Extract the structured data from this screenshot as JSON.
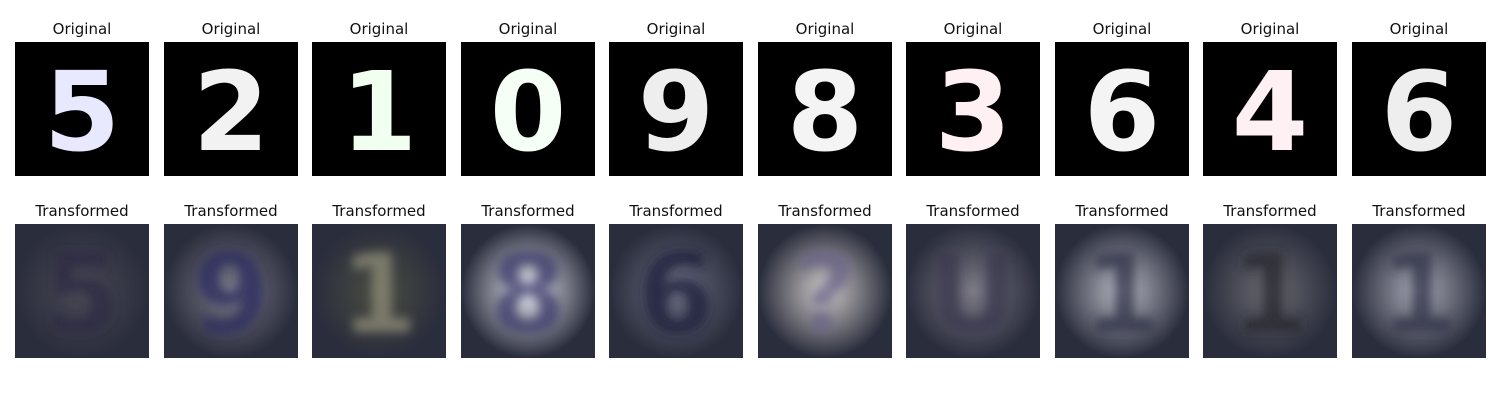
{
  "labels": {
    "original": "Original",
    "transformed": "Transformed"
  },
  "samples": [
    {
      "digit": "5",
      "stroke": "#e8e8ff",
      "trans_bg": "#4a4a55",
      "trans_fg": "#2d2a44",
      "trans_glyph": "5"
    },
    {
      "digit": "2",
      "stroke": "#f2f2f2",
      "trans_bg": "#7a7a88",
      "trans_fg": "#2a2b60",
      "trans_glyph": "9"
    },
    {
      "digit": "1",
      "stroke": "#f0fff0",
      "trans_bg": "#4a4d42",
      "trans_fg": "#8f8c78",
      "trans_glyph": "1"
    },
    {
      "digit": "0",
      "stroke": "#f5fff5",
      "trans_bg": "#e6e8f0",
      "trans_fg": "#3a3a6a",
      "trans_glyph": "8"
    },
    {
      "digit": "9",
      "stroke": "#eeeeee",
      "trans_bg": "#6a6e80",
      "trans_fg": "#1c1f3a",
      "trans_glyph": "6"
    },
    {
      "digit": "8",
      "stroke": "#f4f4f4",
      "trans_bg": "#cfcac8",
      "trans_fg": "#6a6488",
      "trans_glyph": "?"
    },
    {
      "digit": "3",
      "stroke": "#fff0f4",
      "trans_bg": "#7c7a86",
      "trans_fg": "#3a3950",
      "trans_glyph": "U"
    },
    {
      "digit": "6",
      "stroke": "#f4f4f4",
      "trans_bg": "#b8bac4",
      "trans_fg": "#2e3046",
      "trans_glyph": "1"
    },
    {
      "digit": "4",
      "stroke": "#fff0f4",
      "trans_bg": "#6a6a70",
      "trans_fg": "#25252e",
      "trans_glyph": "1"
    },
    {
      "digit": "6",
      "stroke": "#eeeeee",
      "trans_bg": "#a8aab6",
      "trans_fg": "#2e3046",
      "trans_glyph": "1"
    }
  ]
}
